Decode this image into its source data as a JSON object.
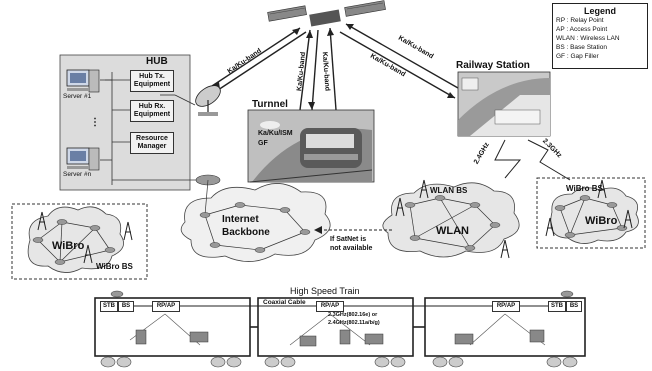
{
  "legend": {
    "title": "Legend",
    "items": [
      "RP : Relay Point",
      "AP : Access Point",
      "WLAN : Wireless LAN",
      "BS : Base Station",
      "GF : Gap Filler"
    ]
  },
  "hub": {
    "title": "HUB",
    "tx": "Hub Tx. Equipment",
    "rx": "Hub Rx. Equipment",
    "resource": "Resource Manager",
    "server1": "Server #1",
    "servern": "Server #n",
    "dots": "⋮"
  },
  "links": {
    "hub_sat": "Ka/Ku-band",
    "tunnel_sat_a": "Ka/Ku-band",
    "tunnel_sat_b": "Ka/Ku-band",
    "station_sat_a": "Ka/Ku-band",
    "station_sat_b": "Ka/Ku-band",
    "wlan_freq": "2.4GHz",
    "wibro_freq": "2.3GHz"
  },
  "tunnel": {
    "title": "Turnnel",
    "band": "Ka/Ku/ISM",
    "gf": "GF"
  },
  "station": {
    "title": "Railway Station"
  },
  "networks": {
    "internet_1": "Internet",
    "internet_2": "Backbone",
    "satnet_1": "If SatNet is",
    "satnet_2": "not available",
    "wibro_left": "WiBro",
    "wibro_left_bs": "WiBro BS",
    "wlan_bs": "WLAN BS",
    "wlan": "WLAN",
    "wibro_right_bs": "WiBro BS",
    "wibro_right": "WiBro"
  },
  "train": {
    "title": "High Speed Train",
    "cable": "Coaxial Cable",
    "stb": "STB",
    "bs": "BS",
    "rpap": "RP/AP",
    "freq_1": "2.3GHz(802.16e) or",
    "freq_2": "2.4GHz(802.11a/b/g)"
  }
}
